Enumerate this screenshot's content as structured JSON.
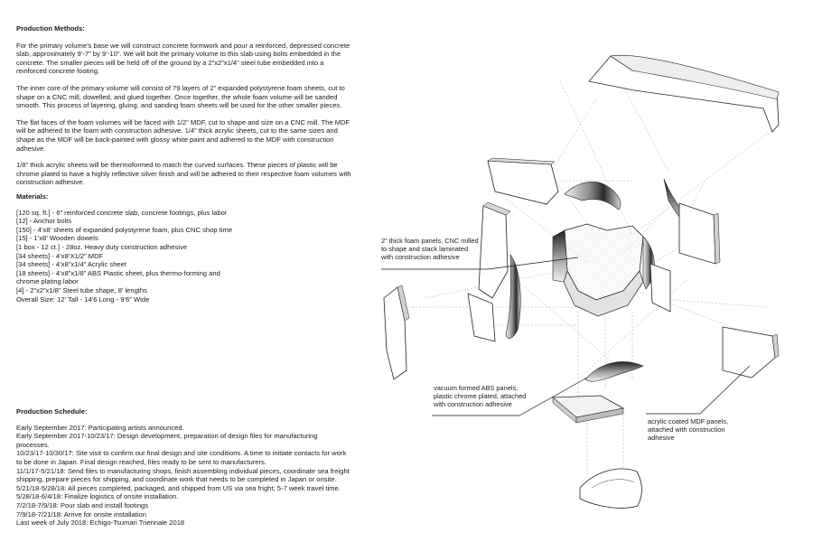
{
  "methods": {
    "heading": "Production Methods:",
    "paragraphs": [
      "For the primary volume’s base we will construct concrete formwork and pour a reinforced, depressed concrete slab, approximately 9’-7” by 9’-10”. We will bolt the primary volume to this slab using bolts embedded in the concrete. The smaller pieces will be held off of the ground by a 2”x2”x1/4” steel tube embedded into a reinforced concrete footing.",
      "The inner core of the primary volume will consist of 79 layers of 2” expanded polystyrene foam sheets, cut to shape on a CNC mill, dowelled, and glued together. Once together, the whole foam volume will be sanded smooth. This process of layering, gluing, and sanding foam sheets will be used for the other smaller pieces.",
      "The flat faces of the foam volumes will be faced with 1/2” MDF, cut to shape and size on a CNC mill. The MDF will be adhered to the foam with construction adhesive. 1/4” thick acrylic sheets, cut to the same sizes and shape as the MDF will be back-painted with glossy white paint and adhered to the MDF with construction adhesive.",
      "1/8” thick acrylic sheets will be thermoformed to match the curved surfaces. These pieces of plastic will be chrome plated to have a highly reflective silver finish and will be adhered to their respective foam volumes with construction adhesive."
    ]
  },
  "materials": {
    "heading": "Materials:",
    "items": [
      "[120 sq. ft.] - 6” reinforced concrete slab, concrete footings, plus labor",
      "[12] - Anchor bolts",
      "[150] - 4’x8’ sheets of expanded polystyrene foam, plus CNC shop time",
      "[15] - 1’x8’ Wooden dowels",
      "[1 box - 12 ct.] - 28oz. Heavy duty construction adhesive",
      "[34 sheets] - 4’x8’X1/2” MDF",
      "[34 sheets] - 4’x8”x1/4” Acrylic sheet",
      "[18 sheets] - 4’x8”x1/8” ABS Plastic sheet, plus thermo-forming and chrome plating labor",
      "[4] - 2”x2”x1/8” Steel tube shape, 8’ lengths",
      "Overall Size: 12’ Tall - 14’6 Long - 9’6” Wide"
    ]
  },
  "schedule": {
    "heading": "Production Schedule:",
    "items": [
      "Early September 2017: Participating artists announced.",
      "Early September 2017-10/23/17: Design development, preparation of design files for manufacturing processes.",
      "10/23/17-10/30/17: Site visit to confirm our final design and site conditions. A time to initiate contacts for work to be done in Japan. Final design reached, files ready to be sent to manufacturers.",
      "11/1/17-5/21/18: Send files to manufacturing shops, finish assembling individual pieces, coordinate sea freight shipping, prepare pieces for shipping, and coordinate work that needs to be completed in Japan or onsite.",
      "5/21/18-5/28/18: All pieces completed, packaged, and shipped from US via sea fright; 5-7 week travel time.",
      "5/28/18-6/4/18: Finalize logistics of onsite installation.",
      "7/2/18-7/9/18: Pour slab and install footings",
      "7/9/18-7/21/18: Arrive for onsite installation",
      "Last week of July 2018: Echigo-Tsumari Triennale 2018"
    ]
  },
  "callouts": {
    "foam": "2” thick foam panels, CNC milled to shape and stack laminated with construction adhesive",
    "abs": "vacuum formed ABS panels, plastic chrome plated, attached with construction adhesive",
    "mdf": "acrylic coated MDF panels, attached with construction adhesive"
  }
}
